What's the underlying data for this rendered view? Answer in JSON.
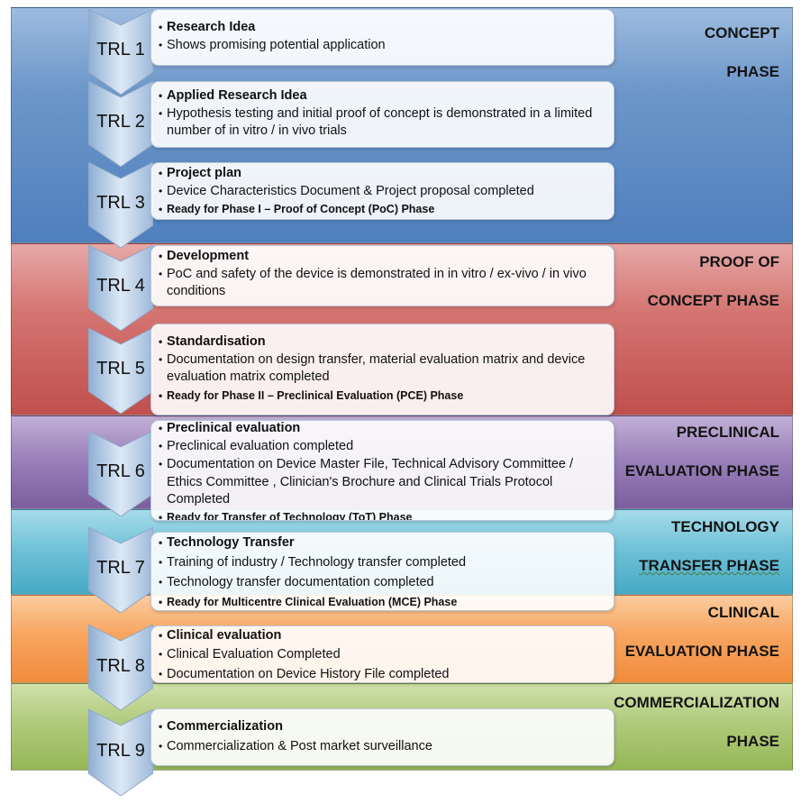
{
  "colors": {
    "concept": "#4f81bd",
    "proof": "#c0504d",
    "preclinical": "#8064a2",
    "technology": "#4bacc6",
    "clinical": "#f79646",
    "commercial": "#9bbb59",
    "chevron": "#b8cce4"
  },
  "phases": [
    {
      "lines": [
        "CONCEPT",
        "PHASE"
      ]
    },
    {
      "lines": [
        "PROOF OF",
        "CONCEPT PHASE"
      ]
    },
    {
      "lines": [
        "PRECLINICAL",
        "EVALUATION PHASE"
      ]
    },
    {
      "lines": [
        "TECHNOLOGY",
        "TRANSFER  PHASE"
      ]
    },
    {
      "lines": [
        "CLINICAL",
        "EVALUATION PHASE"
      ]
    },
    {
      "lines": [
        "COMMERCIALIZATION",
        "PHASE"
      ]
    }
  ],
  "levels": [
    {
      "label": "TRL 1",
      "title": "Research Idea",
      "items": [
        "Shows promising  potential  application"
      ],
      "ready": ""
    },
    {
      "label": "TRL 2",
      "title": "Applied Research Idea",
      "items": [
        "Hypothesis testing and initial proof of concept is demonstrated  in a limited number of in vitro / in vivo trials"
      ],
      "ready": ""
    },
    {
      "label": "TRL 3",
      "title": "Project plan",
      "items": [
        "Device Characteristics  Document & Project proposal completed"
      ],
      "ready": "Ready for Phase I – Proof of Concept (PoC) Phase"
    },
    {
      "label": "TRL 4",
      "title": "Development",
      "items": [
        "PoC and safety of the device is demonstrated  in in vitro / ex-vivo  / in vivo conditions"
      ],
      "ready": ""
    },
    {
      "label": "TRL 5",
      "title": "Standardisation",
      "items": [
        "Documentation on design transfer, material evaluation matrix and device evaluation matrix completed"
      ],
      "ready": "Ready for Phase II – Preclinical Evaluation (PCE) Phase"
    },
    {
      "label": "TRL 6",
      "title": "Preclinical evaluation",
      "items": [
        "Preclinical evaluation  completed",
        "Documentation on Device Master File, Technical Advisory Committee  / Ethics Committee , Clinician's Brochure and Clinical Trials Protocol Completed"
      ],
      "ready": "Ready for Transfer of Technology (ToT)  Phase"
    },
    {
      "label": "TRL 7",
      "title": "Technology Transfer",
      "items": [
        "Training of industry / Technology transfer  completed",
        "Technology  transfer documentation  completed"
      ],
      "ready": "Ready for Multicentre Clinical Evaluation (MCE) Phase"
    },
    {
      "label": "TRL 8",
      "title": "Clinical evaluation",
      "items": [
        "Clinical Evaluation  Completed",
        "Documentation  on Device History File completed"
      ],
      "ready": ""
    },
    {
      "label": "TRL 9",
      "title": "Commercialization",
      "items": [
        "Commercialization  & Post market surveillance"
      ],
      "ready": ""
    }
  ]
}
